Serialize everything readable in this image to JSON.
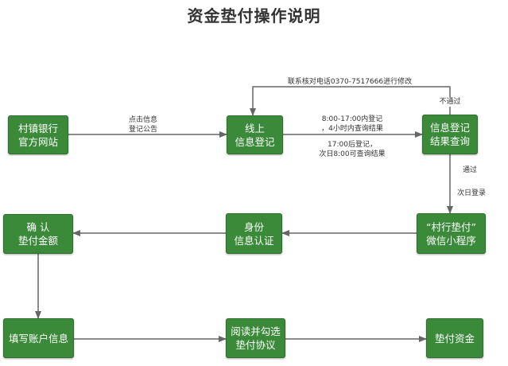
{
  "title": "资金垫付操作说明",
  "colors": {
    "box_fill": "#3a8a3a",
    "box_border": "#2f6e2f",
    "edge": "#666666",
    "text": "#333333"
  },
  "nodes": {
    "official_site": {
      "lines": [
        "村镇银行",
        "官方网站"
      ]
    },
    "online_register": {
      "lines": [
        "线上",
        "信息登记"
      ]
    },
    "result_query": {
      "lines": [
        "信息登记",
        "结果查询"
      ]
    },
    "mini_program": {
      "lines": [
        "“村行垫付”",
        "微信小程序"
      ]
    },
    "identity_verify": {
      "lines": [
        "身份",
        "信息认证"
      ]
    },
    "confirm_amount": {
      "lines": [
        "确 认",
        "垫付金额"
      ]
    },
    "fill_account": {
      "lines": [
        "填写账户信息"
      ]
    },
    "read_agreement": {
      "lines": [
        "阅读并勾选",
        "垫付协议"
      ]
    },
    "advance_funds": {
      "lines": [
        "垫付资金"
      ]
    }
  },
  "edges": {
    "site_to_register": {
      "lines": [
        "点击信息",
        "登记公告"
      ]
    },
    "register_to_query_above": {
      "lines": [
        "8:00-17:00内登记",
        "，4小时内查询结果"
      ]
    },
    "register_to_query_below": {
      "lines": [
        "17:00后登记，",
        "次日8:00可查询结果"
      ]
    },
    "query_fail": {
      "label": "不通过"
    },
    "fail_loop": {
      "label": "联系核对电话0370-7517666进行修改"
    },
    "query_pass": {
      "label": "通过"
    },
    "next_day_login": {
      "label": "次日登录"
    }
  }
}
